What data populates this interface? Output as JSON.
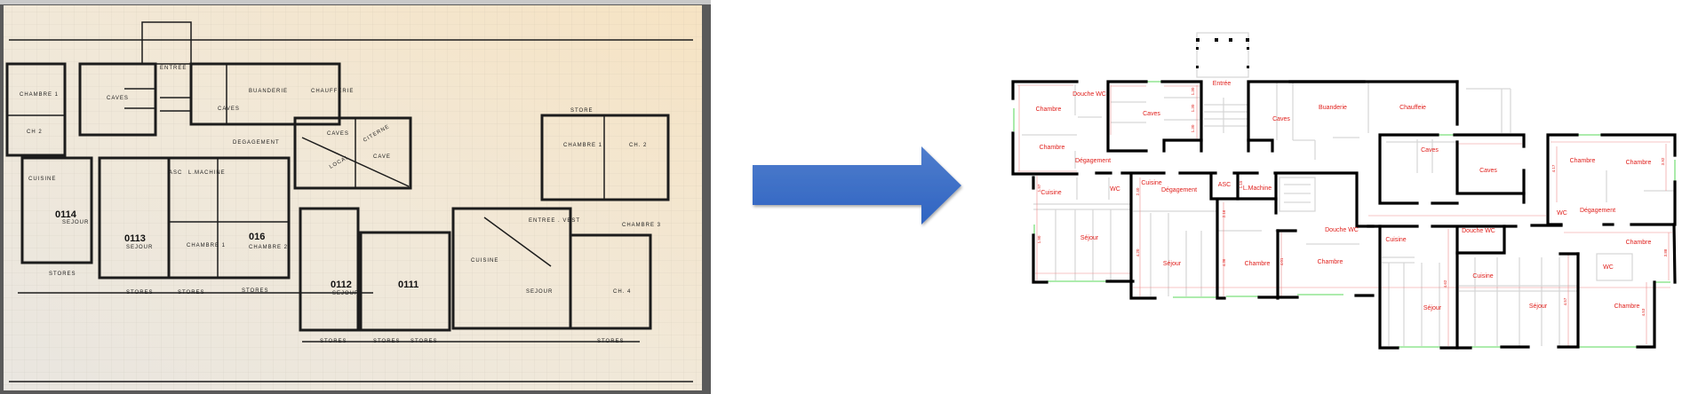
{
  "colors": {
    "arrow": "#4472C4",
    "wall": "#000000",
    "room_label": "#E0201C",
    "window": "#7CE07C",
    "blueprint_paper": "#F3E7CF",
    "blueprint_ink": "#1C1C1C"
  },
  "left_photo": {
    "labels": [
      "CHAMBRE 1",
      "CH 2",
      "CAVES",
      "ENTREE",
      "CAVES",
      "BUANDERIE",
      "CHAUFFERIE",
      "DEGAGEMENT",
      "CAVES",
      "CAVE",
      "CITERNE",
      "LOCAL",
      "L.MACHINE",
      "ASC",
      "CUISINE",
      "SEJOUR",
      "SEJOUR",
      "CHAMBRE 1",
      "CHAMBRE 2",
      "SEJOUR",
      "SEJOUR",
      "CUISINE",
      "CHAMBRE 1",
      "CH. 2",
      "CHAMBRE 3",
      "CH. 4",
      "ENTREE . VEST",
      "STORES",
      "STORES",
      "STORES",
      "STORES",
      "STORES",
      "STORES",
      "STORES",
      "STORES",
      "STORE"
    ],
    "unit_numbers": [
      "0114",
      "0113",
      "016",
      "0112",
      "0111"
    ]
  },
  "arrow": {
    "direction": "right",
    "icon": "arrow-right-icon"
  },
  "right_plan": {
    "rooms": [
      "Chambre",
      "Douche WC",
      "Chambre",
      "Dégagement",
      "Caves",
      "Entrée",
      "Caves",
      "Buanderie",
      "Chauffeie",
      "Cuisine",
      "WC",
      "Cuisine",
      "Dégagement",
      "ASC",
      "L.Machine",
      "Séjour",
      "Séjour",
      "Chambre",
      "Douche WC",
      "Chambre",
      "Caves",
      "Caves",
      "Chambre",
      "Chambre",
      "WC",
      "Dégagement",
      "Douche WC",
      "Cuisine",
      "Cuisine",
      "Chambre",
      "WC",
      "Séjour",
      "Séjour",
      "Chambre"
    ],
    "dimensions": [
      "4.17",
      "3.92",
      "4.62",
      "4.57",
      "4.53",
      "3.88",
      "1.97",
      "1.90",
      "2.40",
      "4.20",
      "2.16",
      "4.36",
      "4.01",
      "1.15",
      "1.30",
      "1.30",
      "1.30"
    ]
  }
}
